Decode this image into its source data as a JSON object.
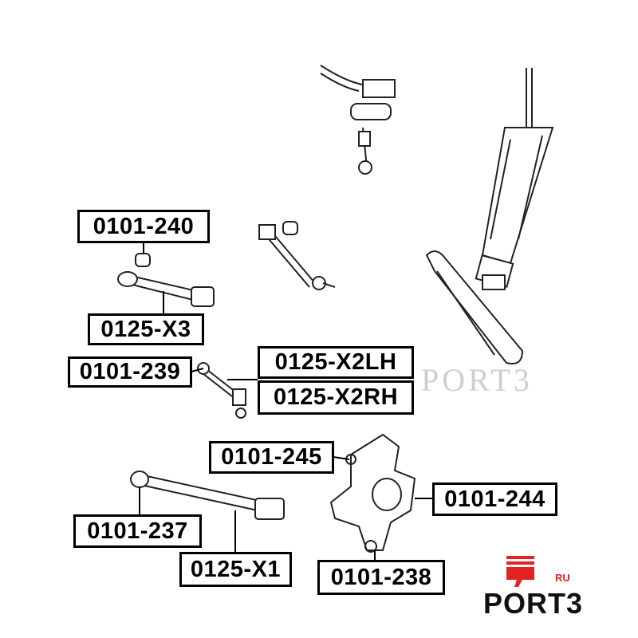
{
  "labels": {
    "l240": "0101-240",
    "x3": "0125-X3",
    "l239": "0101-239",
    "x2lh": "0125-X2LH",
    "x2rh": "0125-X2RH",
    "l245": "0101-245",
    "l244": "0101-244",
    "l237": "0101-237",
    "x1": "0125-X1",
    "l238": "0101-238"
  },
  "watermark": "PORT3",
  "logo": {
    "text": "PORT3",
    "suffix": "RU"
  },
  "colors": {
    "brand": "#e32222",
    "ink": "#000000"
  }
}
